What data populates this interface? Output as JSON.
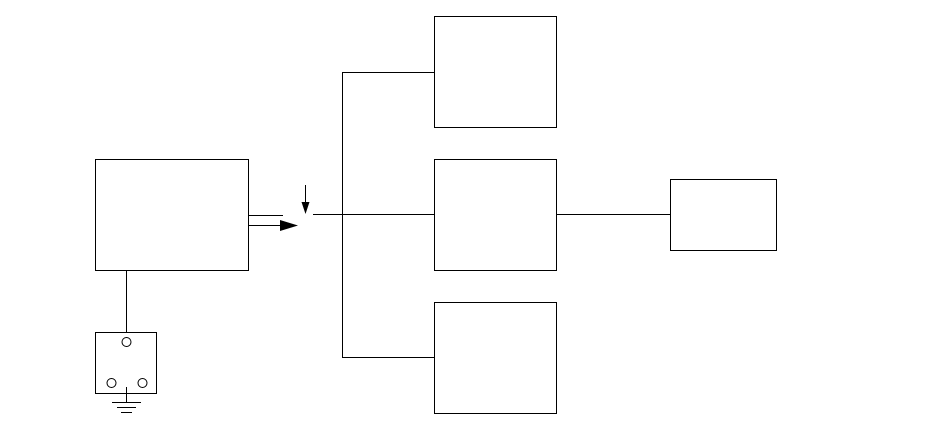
{
  "diagram": {
    "blocks": [
      {
        "id": "source-block",
        "label": ""
      },
      {
        "id": "top-branch-block",
        "label": ""
      },
      {
        "id": "middle-branch-block",
        "label": ""
      },
      {
        "id": "bottom-branch-block",
        "label": ""
      },
      {
        "id": "output-block",
        "label": ""
      }
    ],
    "outlet": {
      "id": "three-pin-outlet",
      "pins": 3,
      "grounded": true
    },
    "colors": {
      "line": "#000000",
      "background": "#ffffff"
    }
  }
}
